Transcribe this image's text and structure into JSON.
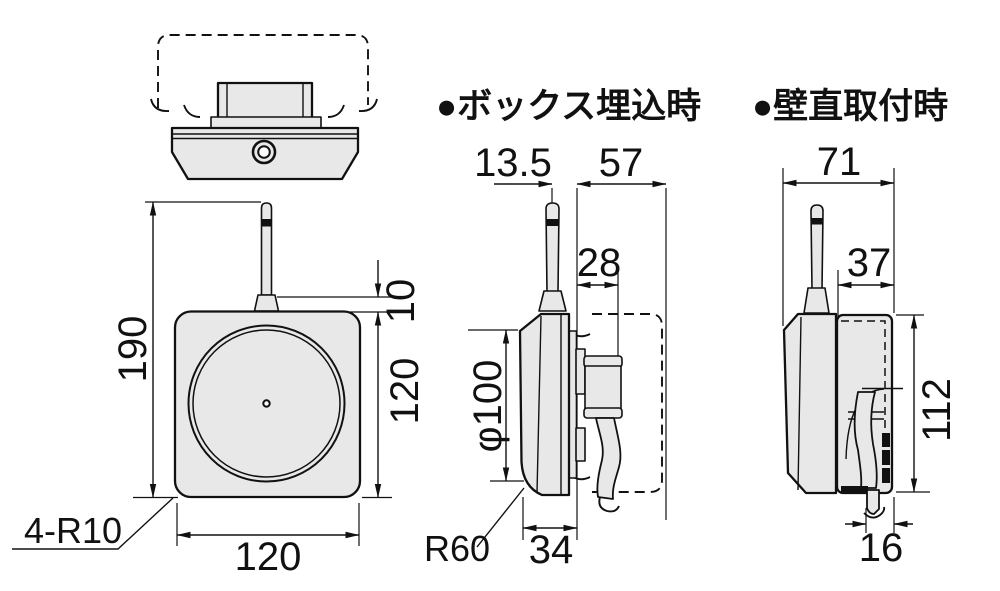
{
  "titles": {
    "box_embed": "●ボックス埋込時",
    "wall_mount": "●壁直取付時"
  },
  "front_view": {
    "total_height": "190",
    "antenna_offset": "10",
    "body_height": "120",
    "body_width": "120",
    "corner_note": "4-R10"
  },
  "box_embed_view": {
    "antenna_to_wall": "13.5",
    "embed_depth": "57",
    "box_depth": "28",
    "speaker_diameter": "φ100",
    "corner_note": "R60",
    "body_depth": "34"
  },
  "wall_mount_view": {
    "total_depth": "71",
    "mount_depth": "37",
    "mount_height": "112",
    "cable_exit_width": "16"
  },
  "colors": {
    "body_fill": "#e8e8e8",
    "line": "#111111"
  }
}
